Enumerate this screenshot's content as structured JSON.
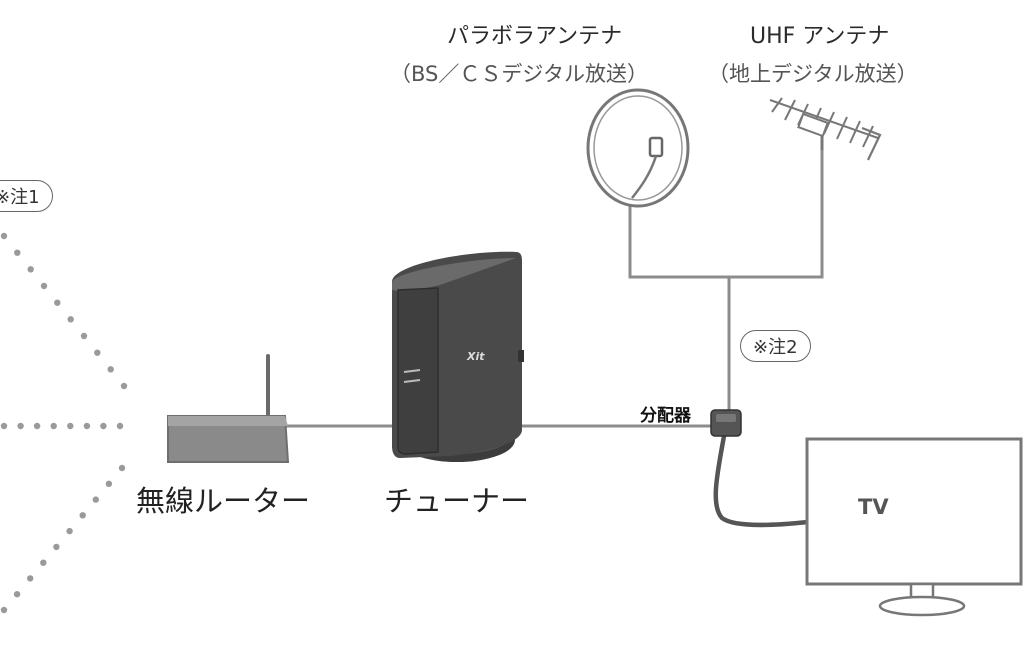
{
  "antennas": {
    "parabola": {
      "title": "パラボラアンテナ",
      "subtitle": "（BS／ＣＳデジタル放送）"
    },
    "uhf": {
      "title": "UHF アンテナ",
      "subtitle": "（地上デジタル放送）"
    }
  },
  "notes": {
    "note1": "※注1",
    "note2": "※注2"
  },
  "devices": {
    "router_label": "無線ルーター",
    "tuner_label": "チューナー",
    "tuner_brand": "Xit",
    "splitter_label": "分配器",
    "tv_label": "TV"
  },
  "colors": {
    "cable": "#8c8c8c",
    "dots": "#9a9a9a",
    "device_dark": "#4a4a4a",
    "router_body": "#8a8a8a"
  }
}
